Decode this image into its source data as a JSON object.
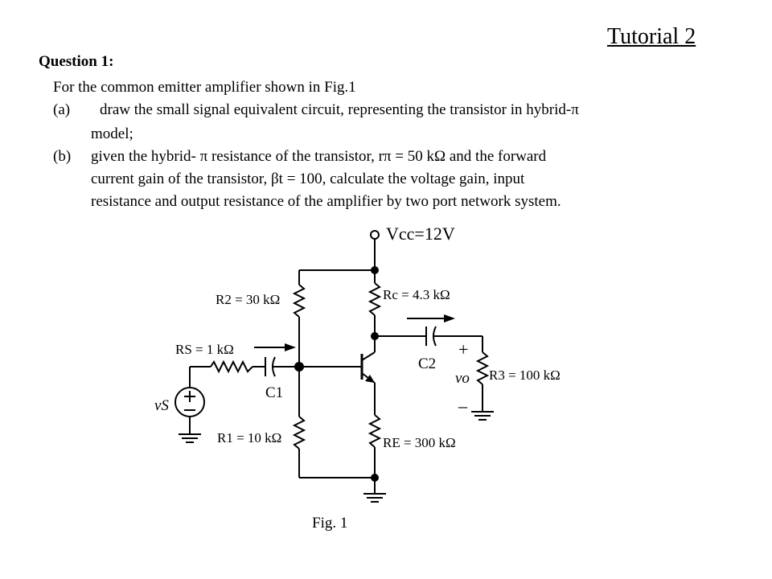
{
  "title": "Tutorial 2",
  "question": {
    "heading": "Question 1:",
    "intro": "For the common emitter amplifier shown in Fig.1",
    "part_a_label": "(a)",
    "part_a_line1": "draw the small signal equivalent circuit, representing the transistor in hybrid-π",
    "part_a_line2": "model;",
    "part_b_label": "(b)",
    "part_b_line1": "given the hybrid- π resistance of the transistor, rπ = 50 kΩ and the forward",
    "part_b_line2": "current gain of the transistor, βt = 100, calculate the voltage gain, input",
    "part_b_line3": "resistance and output resistance of the amplifier by two port network system."
  },
  "circuit": {
    "vcc_label": "Vcc=12V",
    "r2_label": "R2 = 30 kΩ",
    "rc_label": "Rc = 4.3 kΩ",
    "rs_label": "RS = 1 kΩ",
    "c1_label": "C1",
    "c2_label": "C2",
    "r1_label": "R1 = 10 kΩ",
    "re_label": "RE = 300 kΩ",
    "r3_label": "R3 = 100 kΩ",
    "vs_label": "vS",
    "vo_label": "vo",
    "plus_sign": "+",
    "minus_sign": "–"
  },
  "figure_caption": "Fig. 1"
}
